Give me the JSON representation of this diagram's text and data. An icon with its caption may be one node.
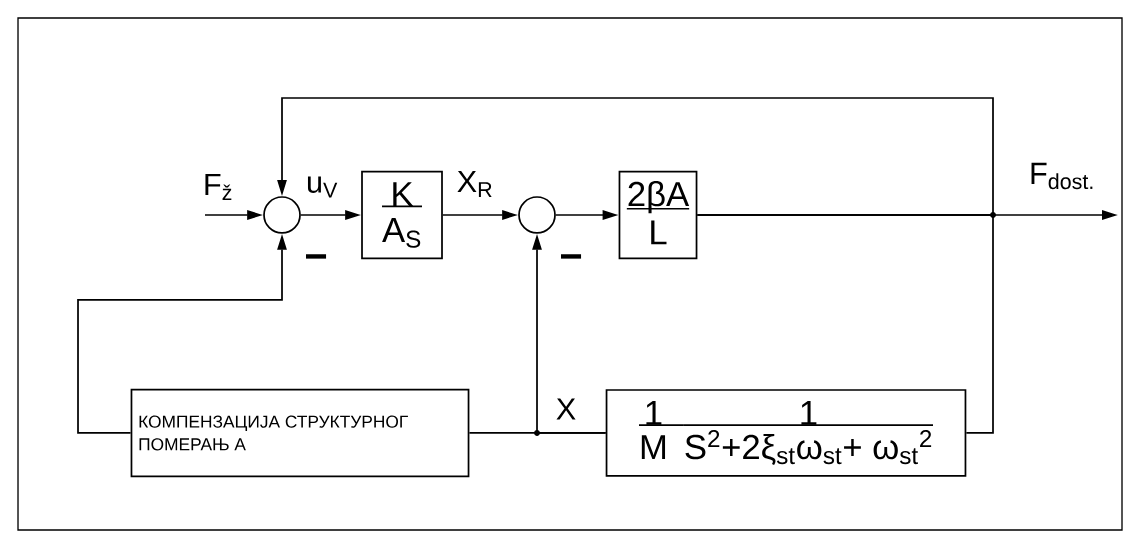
{
  "diagram": {
    "nodes": [
      {
        "text": [],
        "shape": "circle"
      },
      {
        "text": [
          "K",
          "A$_{S}$"
        ]
      },
      {
        "text": [],
        "shape": "circle"
      },
      {
        "text": [
          "2βA",
          "L"
        ]
      },
      {
        "text": [
          "КОМПЕНЗАЦИЈА СТРУКТУРНОГ ПОМЕРАЊ А"
        ]
      },
      {
        "text": [
          "1",
          "M",
          "1",
          "S$^{2}$+2ξ$_{st}$ω$_{st}$+ ω$_{st}$$^{2}$"
        ]
      }
    ],
    "edges": [
      {
        "from": null,
        "to": 0,
        "arrow": "to",
        "label": "F$_{ž}$"
      },
      {
        "from": 0,
        "to": 1,
        "arrow": "to",
        "label": "u$_{V}$"
      },
      {
        "from": 1,
        "to": 2,
        "arrow": "to",
        "label": "X$_{R}$"
      },
      {
        "from": 2,
        "to": 3,
        "arrow": "to"
      },
      {
        "from": 3,
        "to": null,
        "arrow": "to",
        "label": "F$_{dost.}$"
      },
      {
        "from": 3,
        "to": 0,
        "arrow": "to"
      },
      {
        "from": 3,
        "to": 5,
        "arrow": "none"
      },
      {
        "from": 5,
        "to": 2,
        "arrow": "to",
        "label": "X"
      },
      {
        "from": 5,
        "to": 4,
        "arrow": "none"
      },
      {
        "from": 4,
        "to": 0,
        "arrow": "to"
      }
    ],
    "labels": [
      "−",
      "−"
    ]
  }
}
